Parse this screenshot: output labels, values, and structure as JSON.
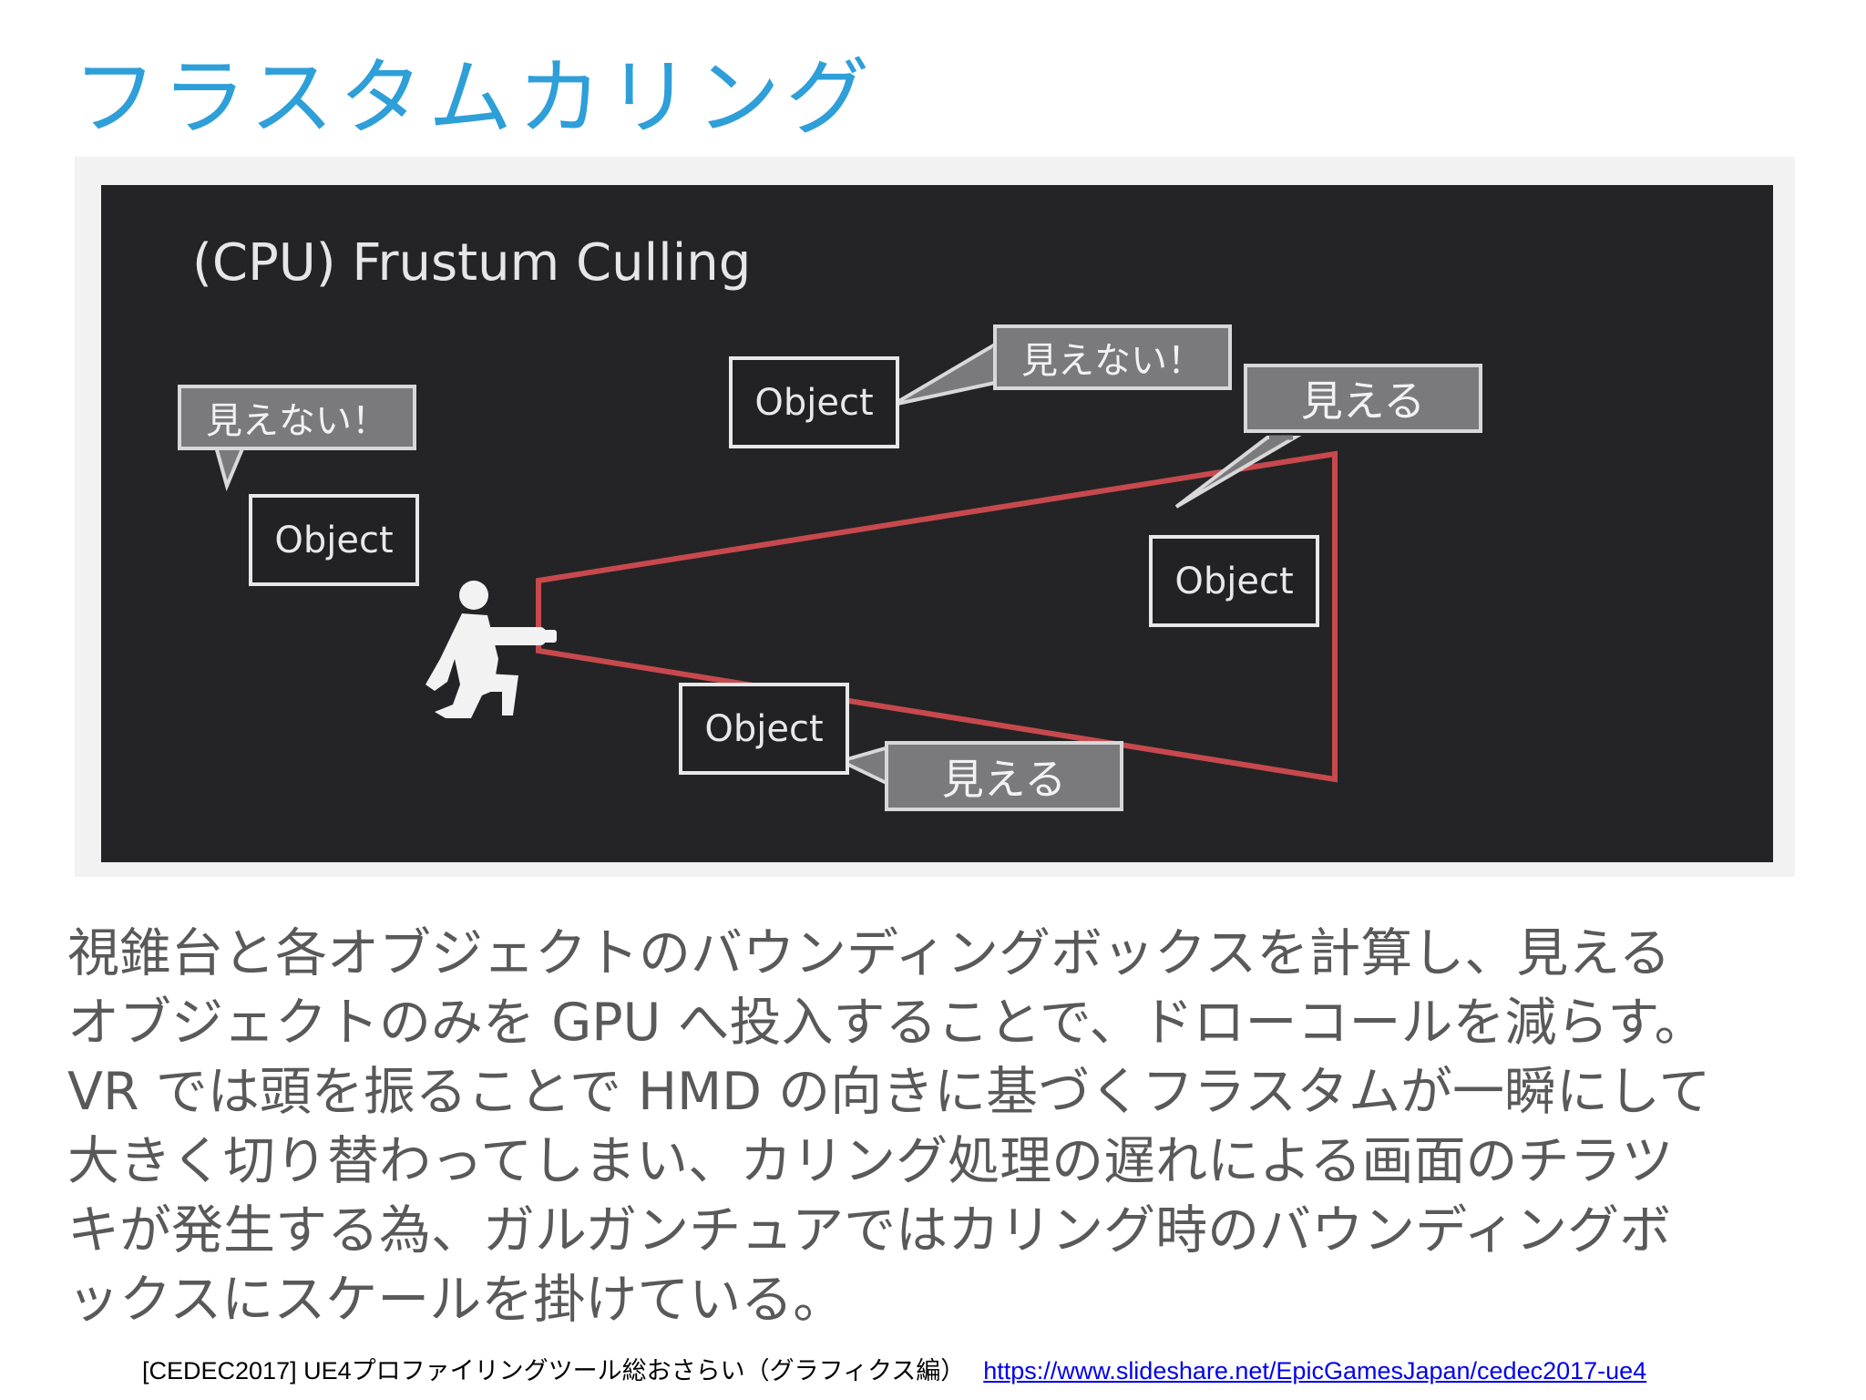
{
  "slide": {
    "title": "フラスタムカリング"
  },
  "diagram": {
    "title": "(CPU) Frustum Culling",
    "objects": [
      {
        "label": "Object"
      },
      {
        "label": "Object"
      },
      {
        "label": "Object"
      },
      {
        "label": "Object"
      }
    ],
    "bubbles": [
      {
        "label": "見えない！"
      },
      {
        "label": "見えない！"
      },
      {
        "label": "見える"
      },
      {
        "label": "見える"
      }
    ],
    "colors": {
      "background": "#242426",
      "frustum": "#c8494d",
      "box_border": "#e8e8e8",
      "bubble_fill": "#7a7a7c"
    },
    "icon": "camera-operator-icon"
  },
  "body": {
    "lines": [
      "視錐台と各オブジェクトのバウンディングボックスを計算し、見える",
      "オブジェクトのみを GPU へ投入することで、ドローコールを減らす。",
      "VR では頭を振ることで HMD の向きに基づくフラスタムが一瞬にして",
      "大きく切り替わってしまい、カリング処理の遅れによる画面のチラツ",
      "キが発生する為、ガルガンチュアではカリング時のバウンディングボ",
      "ックスにスケールを掛けている。"
    ]
  },
  "citation": {
    "text": "[CEDEC2017] UE4プロファイリングツール総おさらい（グラフィクス編）",
    "link": "https://www.slideshare.net/EpicGamesJapan/cedec2017-ue4"
  }
}
